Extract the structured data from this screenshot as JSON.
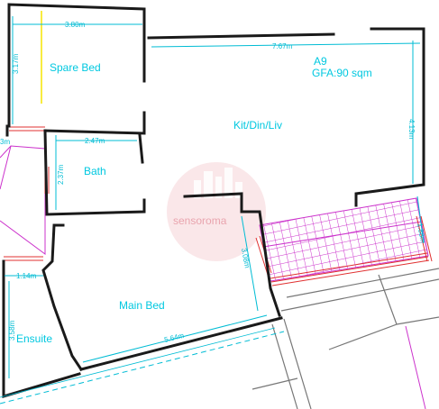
{
  "unit": {
    "name": "A9",
    "gfa": "GFA:90 sqm"
  },
  "rooms": {
    "spare_bed": "Spare Bed",
    "kit_din_liv": "Kit/Din/Liv",
    "bath": "Bath",
    "main_bed": "Main Bed",
    "ensuite": "Ensuite"
  },
  "dimensions": {
    "spare_bed_width": "3.80m",
    "spare_bed_depth": "3.17m",
    "living_width": "7.67m",
    "living_depth": "4.13m",
    "corridor_width": "3m",
    "bath_width": "2.47m",
    "bath_depth": "2.37m",
    "ensuite_width": "1.14m",
    "ensuite_depth": "3.58m",
    "main_bed_width": "5.64m",
    "main_bed_depth": "3.08m",
    "balcony_depth": "1.88m"
  },
  "watermark": "sensoroma",
  "colors": {
    "walls": "#1a1a1a",
    "dimension": "#00bcd4",
    "room_label": "#00c8e0",
    "balcony_hatch": "#cc33cc",
    "balcony_edge": "#e03030",
    "watermark": "#e9a4ae",
    "centerline": "#f5e600"
  }
}
